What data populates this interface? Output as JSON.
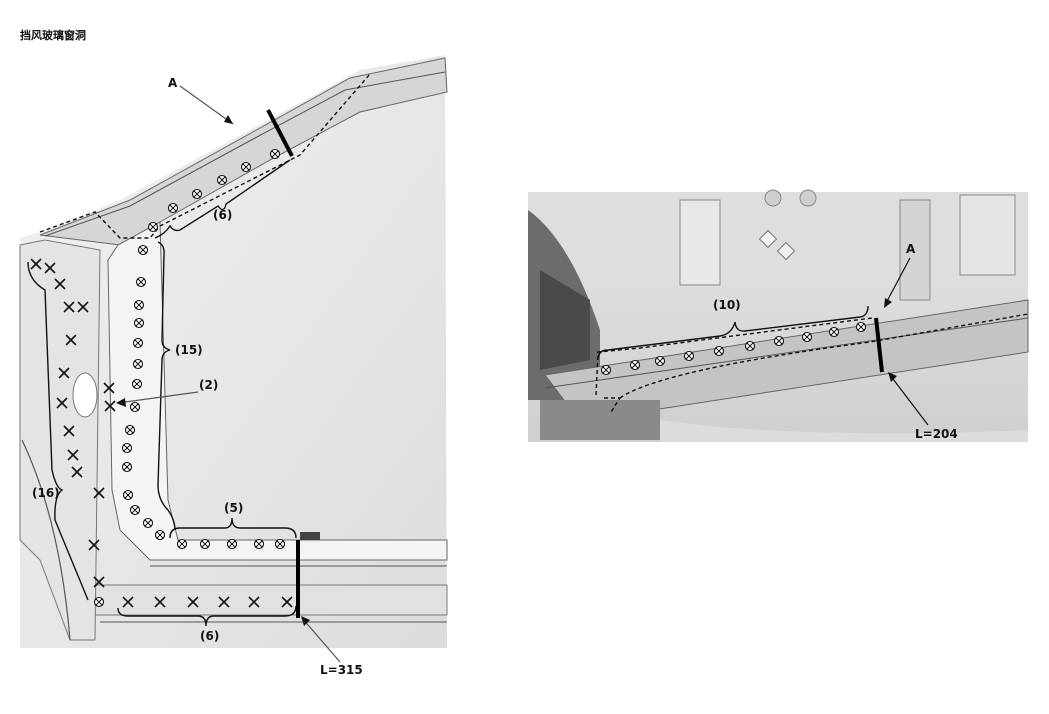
{
  "title": "挡风玻璃窗洞",
  "left_view": {
    "label_A": "A",
    "label_top_count": "(6)",
    "label_pillar_count": "(15)",
    "label_callout_2": "(2)",
    "label_side_count": "(16)",
    "label_bottom_upper_count": "(5)",
    "label_bottom_lower_count": "(6)",
    "label_cut_length": "L=315"
  },
  "right_view": {
    "label_A": "A",
    "label_count": "(10)",
    "label_cut_length": "L=204"
  }
}
